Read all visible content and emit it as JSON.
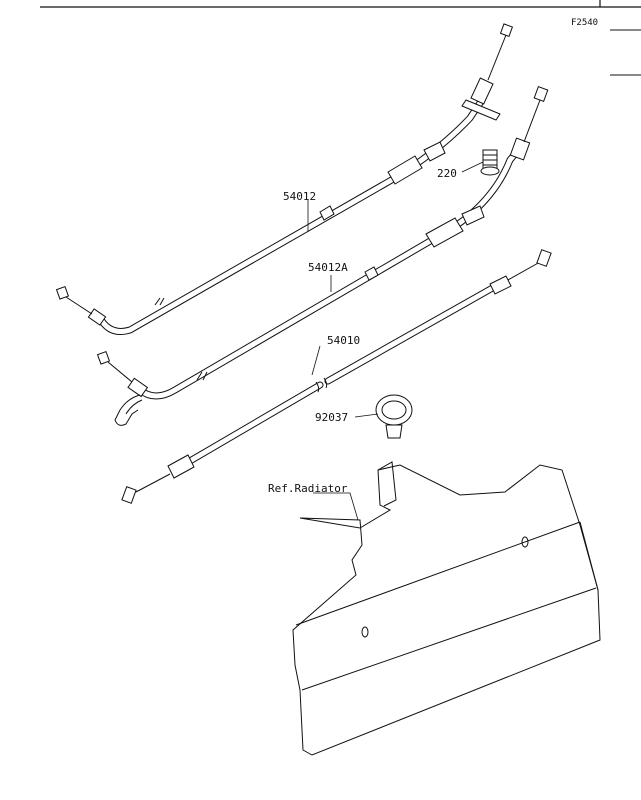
{
  "figure_code": "F2540",
  "parts": [
    {
      "id": "cable-54012",
      "label": "54012"
    },
    {
      "id": "cable-54012a",
      "label": "54012A"
    },
    {
      "id": "cable-54010",
      "label": "54010"
    },
    {
      "id": "bolt-220",
      "label": "220"
    },
    {
      "id": "clamp-92037",
      "label": "92037"
    },
    {
      "id": "ref-radiator",
      "label": "Ref.Radiator"
    }
  ]
}
